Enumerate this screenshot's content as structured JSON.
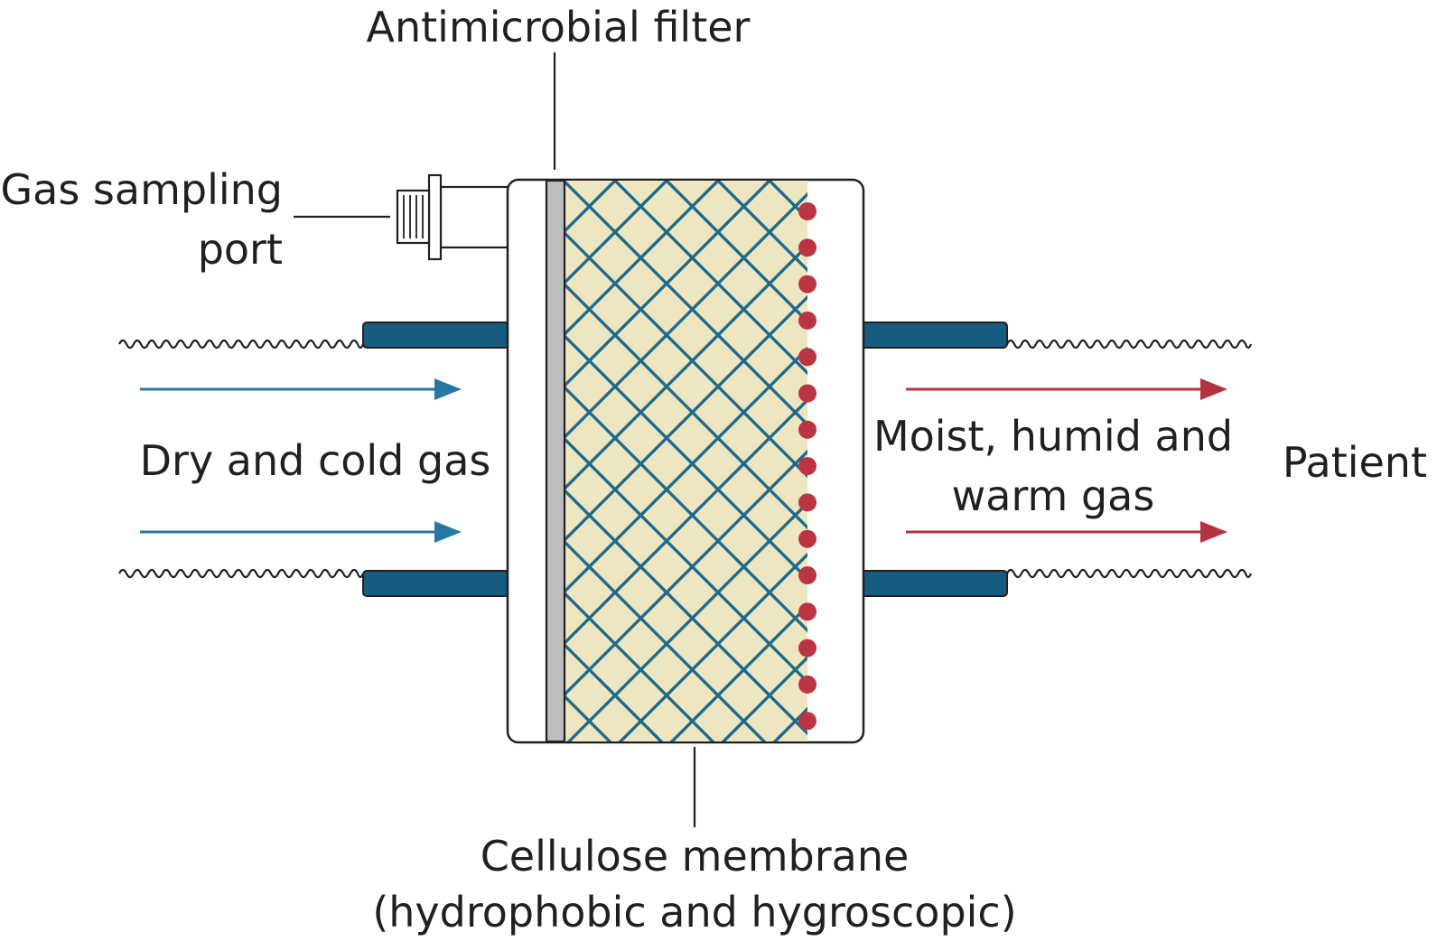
{
  "labels": {
    "antimicrobial_filter": "Antimicrobial filter",
    "gas_sampling_port_line1": "Gas sampling",
    "gas_sampling_port_line2": "port",
    "dry_cold_gas": "Dry and cold gas",
    "moist_gas_line1": "Moist, humid and",
    "moist_gas_line2": "warm gas",
    "patient": "Patient",
    "cellulose_line1": "Cellulose membrane",
    "cellulose_line2": "(hydrophobic and hygroscopic)"
  },
  "colors": {
    "connector_blue": "#155c80",
    "mesh_blue": "#1f6a8c",
    "membrane_fill": "#ede6c1",
    "filter_grey": "#bcbec0",
    "dry_arrow": "#2678a3",
    "warm_arrow": "#b5323f",
    "droplet_red": "#bb3444",
    "outline": "#231f20"
  },
  "icons": {
    "droplet": "red-droplet-circle"
  }
}
